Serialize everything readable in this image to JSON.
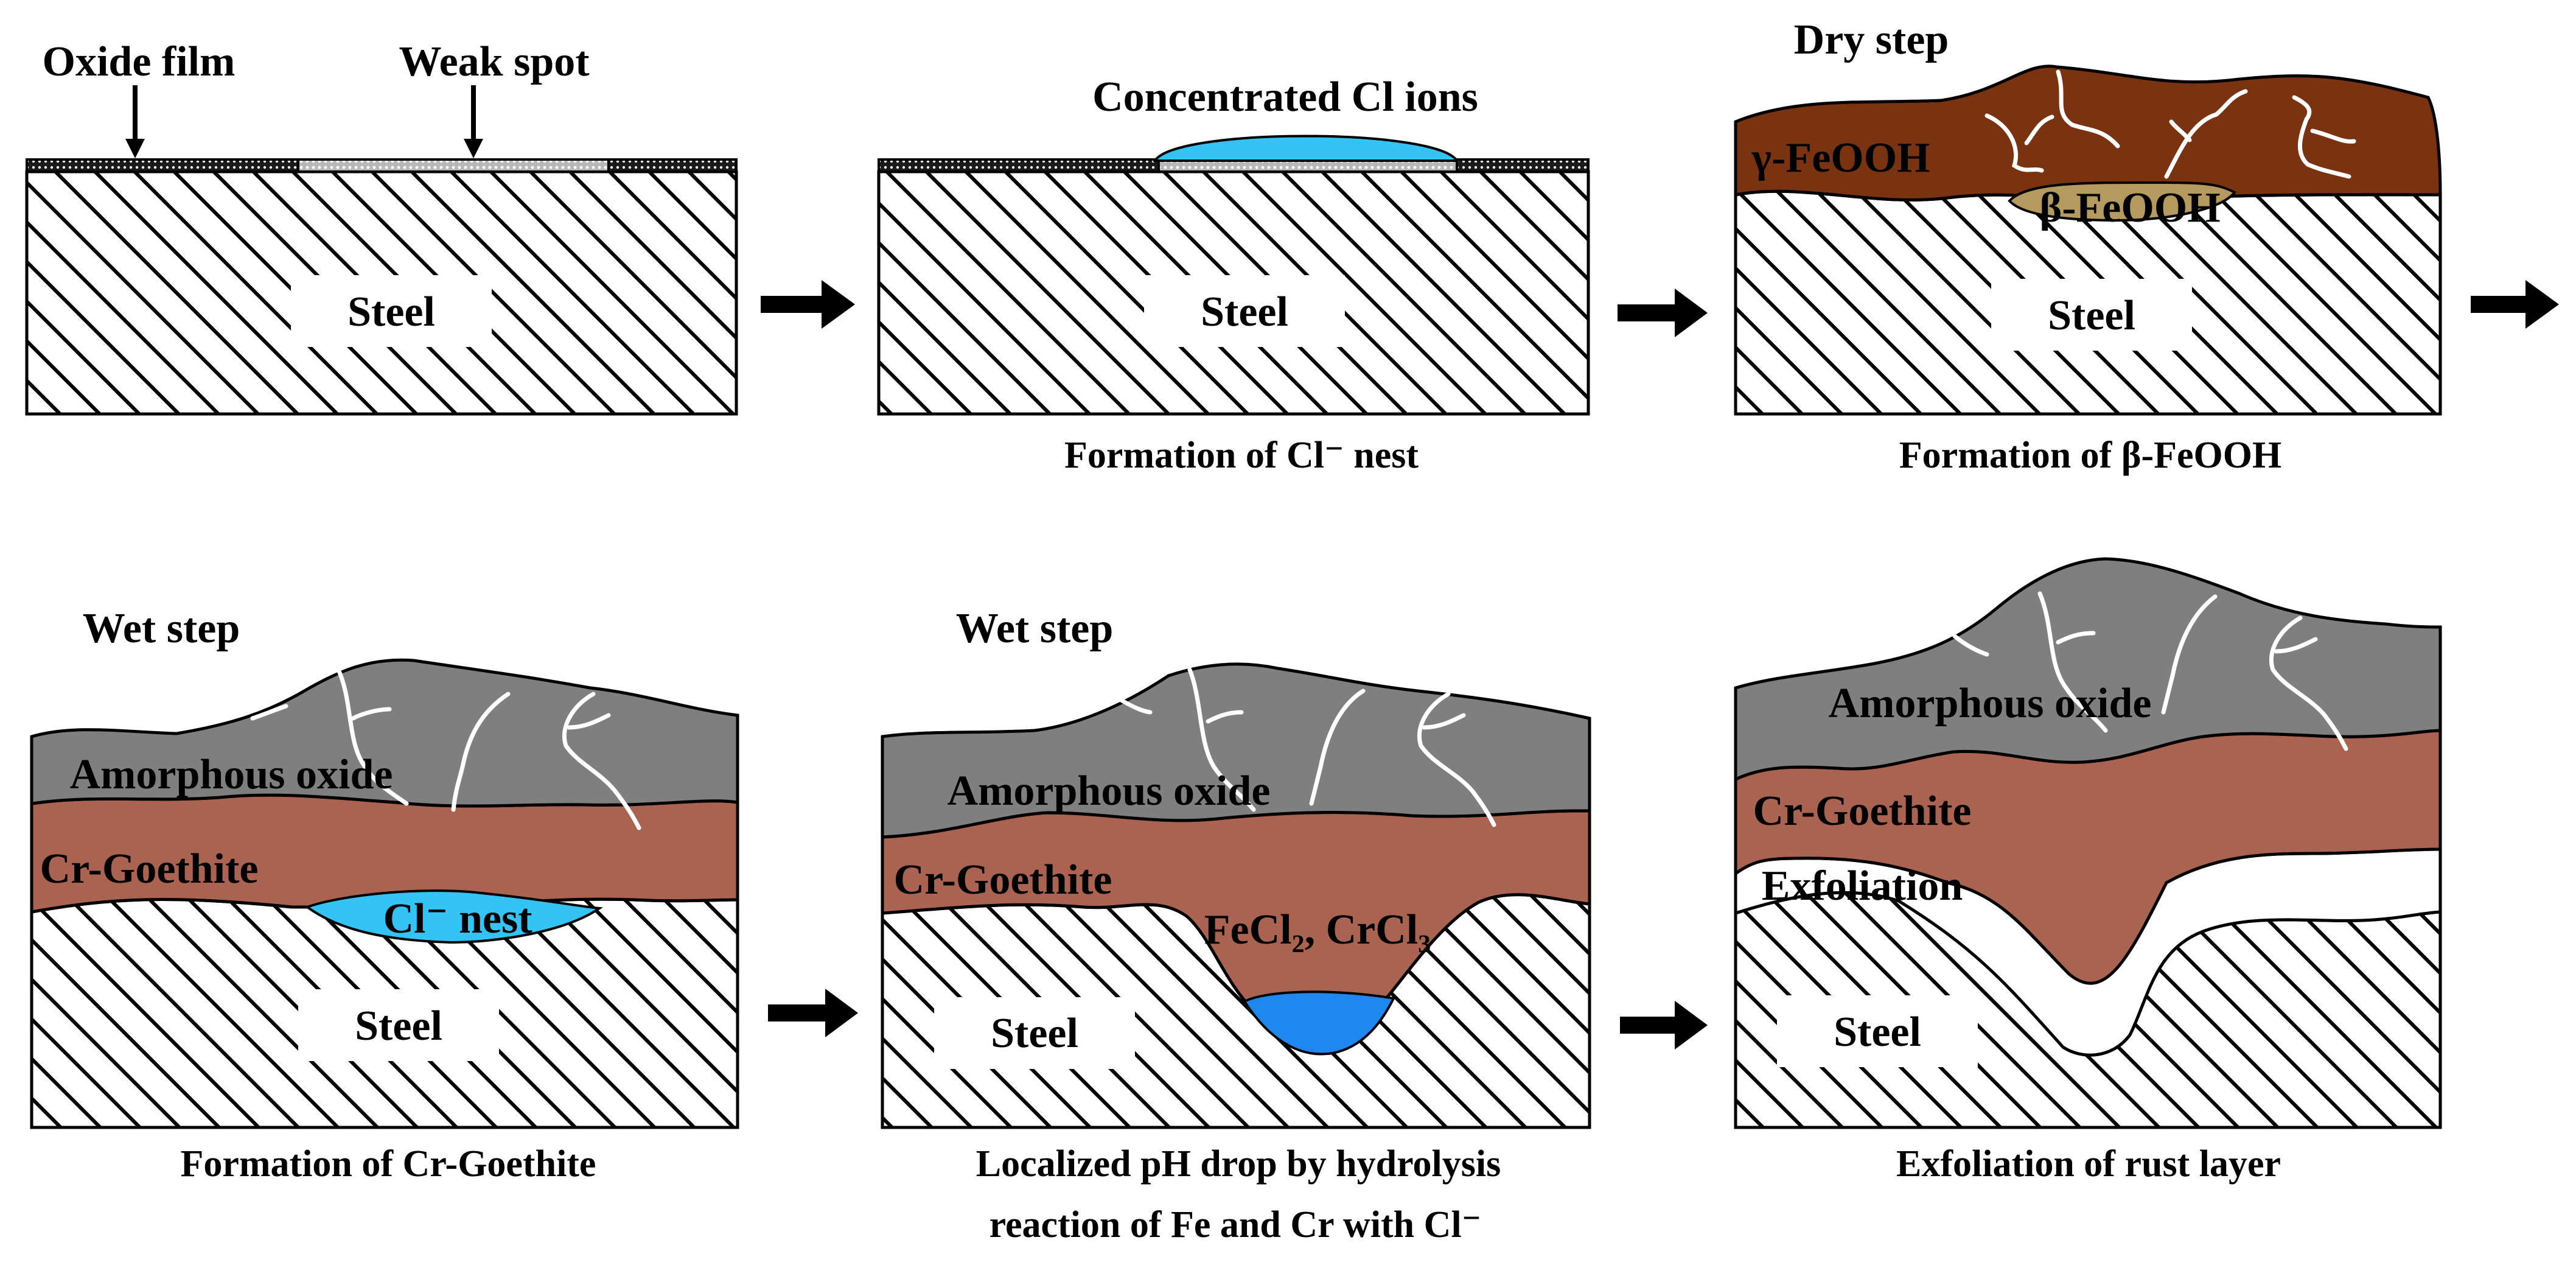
{
  "colors": {
    "steel_hatch": "#000000",
    "background": "#ffffff",
    "chloride_light": "#33c3f4",
    "chloride_dark": "#1e88f0",
    "gamma_feooh": "#7a3310",
    "beta_feooh": "#b49a5e",
    "amorphous_oxide": "#7f7f7f",
    "cr_goethite": "#a96350",
    "crack": "#ffffff"
  },
  "icons": {
    "step_arrow": "right-arrow",
    "pointer_arrow": "down-arrow"
  },
  "panel1": {
    "oxide_film": "Oxide film",
    "weak_spot": "Weak spot",
    "steel": "Steel"
  },
  "panel2": {
    "concentrated_cl": "Concentrated Cl ions",
    "steel": "Steel",
    "caption": "Formation of Cl⁻ nest"
  },
  "panel3": {
    "dry_step": "Dry step",
    "gamma_feooh": "γ-FeOOH",
    "beta_feooh": "β-FeOOH",
    "steel": "Steel",
    "caption": "Formation of β-FeOOH"
  },
  "panel4": {
    "wet_step": "Wet step",
    "amorphous": "Amorphous oxide",
    "cr_goethite": "Cr-Goethite",
    "cl_nest": "Cl⁻ nest",
    "steel": "Steel",
    "caption": "Formation of Cr-Goethite"
  },
  "panel5": {
    "wet_step": "Wet step",
    "amorphous": "Amorphous oxide",
    "cr_goethite": "Cr-Goethite",
    "fecl": "FeCl₂, CrCl₃",
    "steel": "Steel",
    "caption_line1": "Localized pH drop by hydrolysis",
    "caption_line2": "reaction of Fe and Cr with Cl⁻"
  },
  "panel6": {
    "amorphous": "Amorphous oxide",
    "cr_goethite": "Cr-Goethite",
    "exfoliation": "Exfoliation",
    "steel": "Steel",
    "caption": "Exfoliation of rust layer"
  }
}
